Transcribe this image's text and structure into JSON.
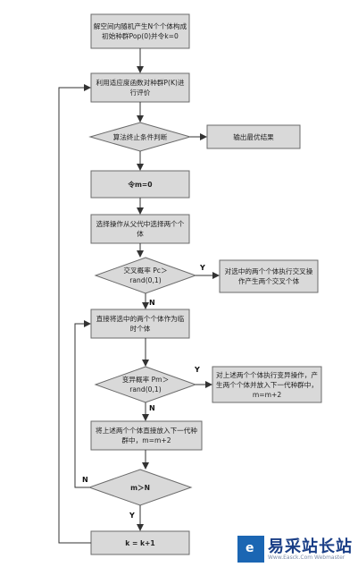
{
  "steps": {
    "init": "解空间内随机产生N个个体构成初始种群Pop(0)并令k=0",
    "evaluate": "利用适应度函数对种群P(K)进行评价",
    "terminate_check": "算法终止条件判断",
    "output": "输出最优结果",
    "set_m": "令m=0",
    "select": "选择操作从父代中选择两个个体",
    "crossover_check": "交叉概率 Pc＞rand(0,1)",
    "crossover_do": "对选中的两个个体执行交叉操作产生两个交叉个体",
    "temp": "直接将选中的两个个体作为临时个体",
    "mutation_check": "变异概率 Pm＞rand(0,1)",
    "mutation_do": "对上述两个个体执行变异操作，产生两个个体并放入下一代种群中，m=m+2",
    "put_next": "将上述两个个体直接放入下一代种群中，m=m+2",
    "m_check": "m＞N",
    "k_inc": "k = k+1"
  },
  "labels": {
    "yes": "Y",
    "no": "N"
  },
  "watermark": {
    "title": "易采站长站",
    "url": "Www.Easck.Com  Webmaster",
    "icon_letter": "e"
  },
  "colors": {
    "fill": "#d9d9d9",
    "stroke": "#6b6b6b",
    "brand": "#1b66b3"
  }
}
